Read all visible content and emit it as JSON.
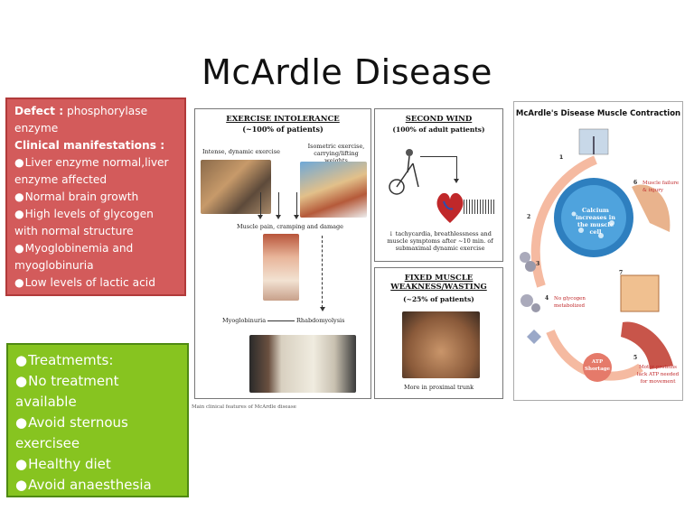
{
  "title": "McArdle Disease",
  "defect_box": {
    "defect_label": "Defect :",
    "defect_text": "phosphorylase enzyme",
    "clinical_label": "Clinical manifestations :",
    "items": [
      "Liver enzyme normal,liver enzyme affected",
      "Normal brain growth",
      "High levels of glycogen with normal structure",
      "Myoglobinemia and myoglobinuria",
      "Low levels of lactic acid"
    ]
  },
  "treatment_box": {
    "items": [
      "Treatmemts:",
      "No treatment available",
      "Avoid sternous exercisee",
      "Healthy diet",
      "Avoid anaesthesia"
    ]
  },
  "figure_left": {
    "title": "EXERCISE INTOLERANCE",
    "subtitle": "(~100% of patients)",
    "label_intense": "Intense, dynamic exercise",
    "label_isometric": "Isometric exercise, carrying/lifting weights",
    "label_pain": "Muscle pain, cramping and damage",
    "label_myoglobinuria": "Myoglobinuria",
    "label_rhabdo": "Rhabdomyolysis",
    "caption": "Main clinical features of McArdle disease"
  },
  "figure_second_wind": {
    "title": "SECOND WIND",
    "subtitle": "(100% of adult patients)",
    "text": "↓ tachycardia, breathlessness and muscle symptoms after ~10 min. of submaximal dynamic exercise"
  },
  "figure_fixed": {
    "title": "FIXED MUSCLE WEAKNESS/WASTING",
    "subtitle": "(~25% of patients)",
    "caption": "More in proximal trunk"
  },
  "figure_right": {
    "title": "McArdle's Disease Muscle Contraction",
    "calcium": "Calcium increases in the muscle cell",
    "muscle_failure": "Muscle failure & injury",
    "no_glycogen": "No glycogen metabolized",
    "atp": "ATP Shortage",
    "motor": "Motor proteins lack ATP needed for movement",
    "steps": [
      "1",
      "2",
      "3",
      "4",
      "5",
      "6",
      "7"
    ]
  },
  "colors": {
    "red_box": "#d35b5b",
    "green_box": "#87c420",
    "cell_blue": "#2e7fbf"
  }
}
